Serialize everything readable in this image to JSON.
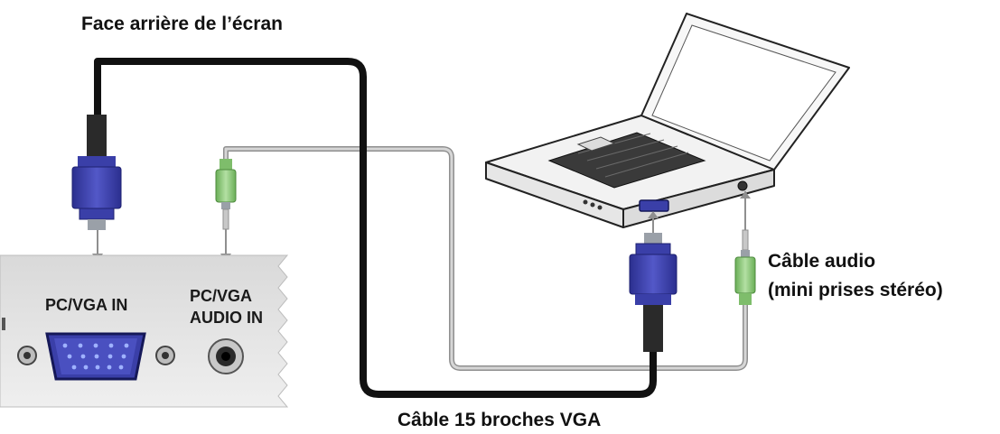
{
  "labels": {
    "screen_back": "Face arrière de l’écran",
    "vga_cable": "Câble 15 broches VGA",
    "audio_cable_line1": "Câble audio",
    "audio_cable_line2": "(mini prises stéréo)"
  },
  "panel": {
    "vga_in": "PC/VGA IN",
    "audio_in_line1": "PC/VGA",
    "audio_in_line2": "AUDIO IN"
  },
  "colors": {
    "vga_connector": "#3a3fa8",
    "audio_connector": "#8cc978",
    "vga_cable": "#111111",
    "audio_cable": "#b5b5b5",
    "panel": "#e4e4e4"
  },
  "icons": [
    "laptop-icon",
    "vga-connector-icon",
    "audio-jack-icon",
    "vga-port-icon",
    "audio-port-icon",
    "screw-icon"
  ]
}
